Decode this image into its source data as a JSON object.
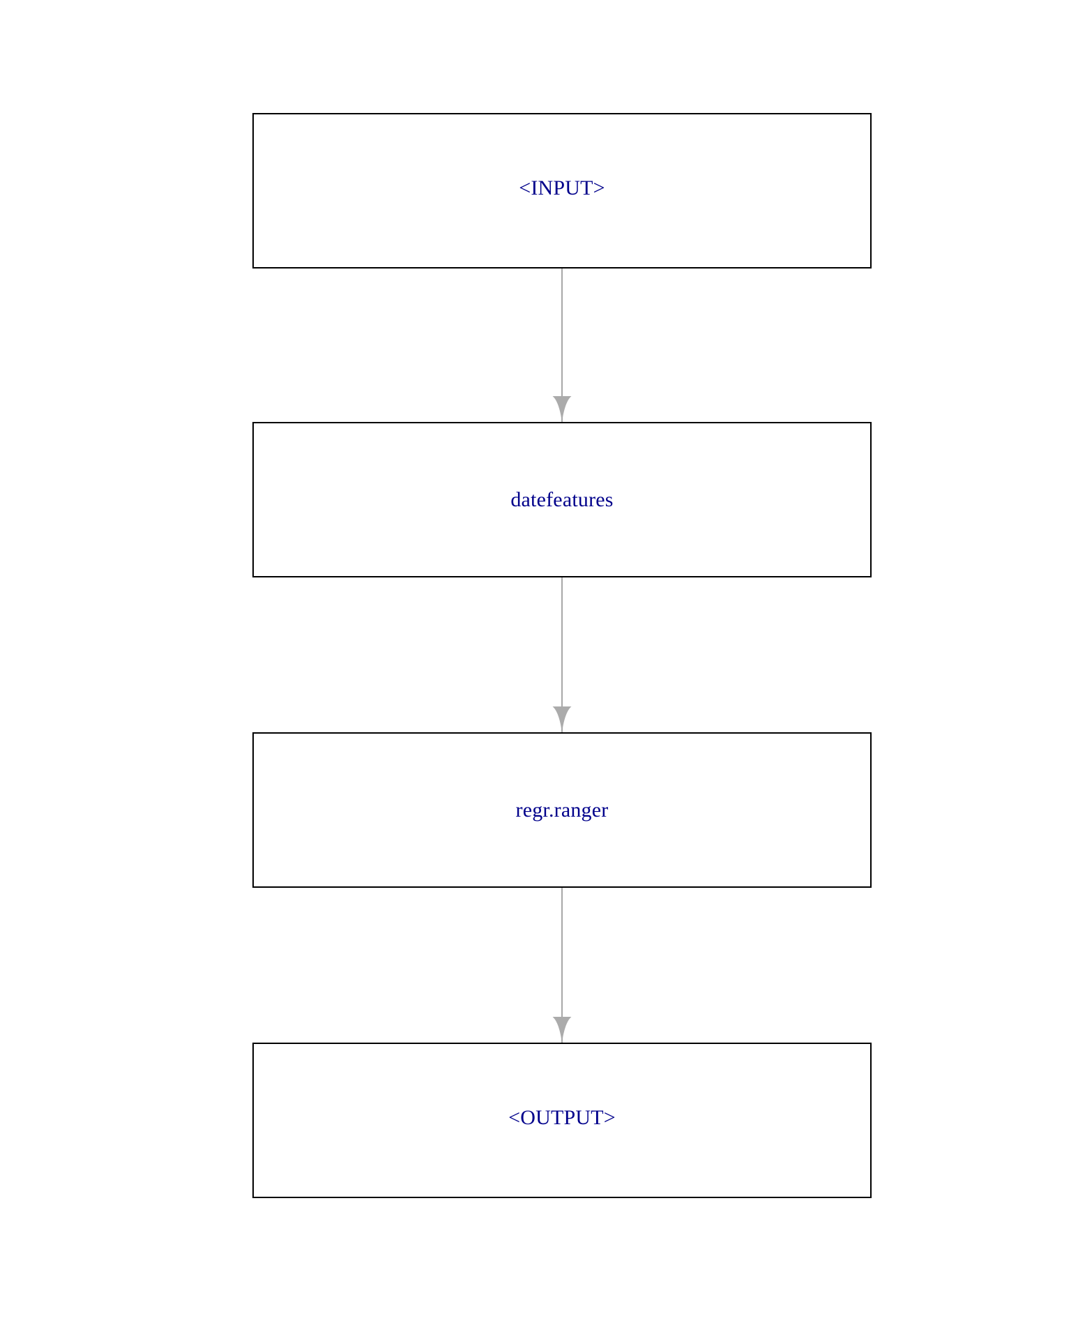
{
  "diagram": {
    "type": "flowchart",
    "orientation": "top-to-bottom",
    "background_color": "#ffffff",
    "node_border_color": "#000000",
    "node_fill_color": "#ffffff",
    "node_label_color": "#00008b",
    "edge_color": "#ababab",
    "nodes": [
      {
        "id": "input",
        "label": "<INPUT>",
        "order": 1
      },
      {
        "id": "datefeatures",
        "label": "datefeatures",
        "order": 2
      },
      {
        "id": "regr_ranger",
        "label": "regr.ranger",
        "order": 3
      },
      {
        "id": "output",
        "label": "<OUTPUT>",
        "order": 4
      }
    ],
    "edges": [
      {
        "from": "input",
        "to": "datefeatures",
        "arrowhead": "arrow-down-icon"
      },
      {
        "from": "datefeatures",
        "to": "regr_ranger",
        "arrowhead": "arrow-down-icon"
      },
      {
        "from": "regr_ranger",
        "to": "output",
        "arrowhead": "arrow-down-icon"
      }
    ]
  }
}
